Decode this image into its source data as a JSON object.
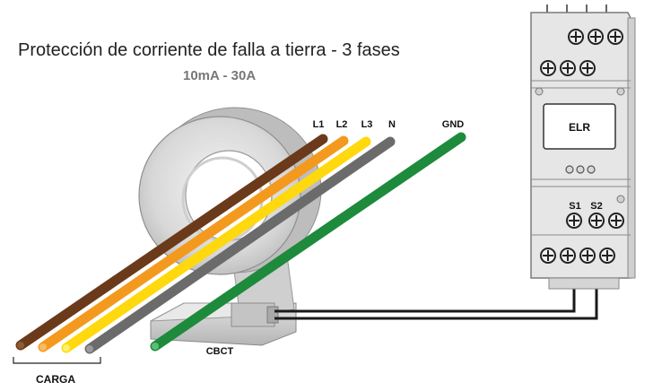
{
  "title": "Protección de corriente de falla a tierra - 3 fases",
  "subtitle": "10mA - 30A",
  "wires": {
    "l1": "L1",
    "l2": "L2",
    "l3": "L3",
    "n": "N",
    "gnd": "GND"
  },
  "relay": {
    "display_label": "ELR",
    "terminal_s1": "S1",
    "terminal_s2": "S2"
  },
  "sensor_label": "CBCT",
  "load_label": "CARGA",
  "colors": {
    "l1": "#6b3a1a",
    "l2": "#f39a1e",
    "l3": "#ffd80e",
    "n": "#6b6b6b",
    "gnd": "#1e8a3c",
    "relay_body": "#e6e6e6",
    "ct_body": "#d2d2d2"
  }
}
